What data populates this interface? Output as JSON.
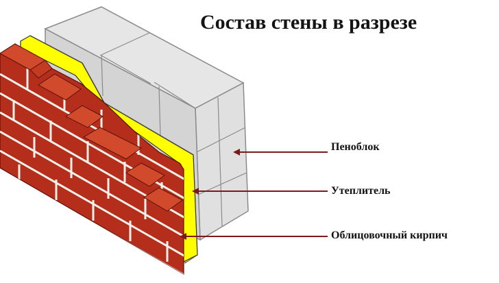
{
  "title": "Состав стены в разрезе",
  "layers": [
    {
      "label": "Пеноблок"
    },
    {
      "label": "Утеплитель"
    },
    {
      "label": "Облицовочный кирпич"
    }
  ],
  "colors": {
    "block_light": "#e9e9e9",
    "block_mid": "#d0d0d0",
    "block_dark": "#bcbcbc",
    "block_edge": "#8a8a8a",
    "insulation": "#ffff00",
    "insulation_shade": "#e8d800",
    "brick": "#b52e1c",
    "brick_top": "#d24a2c",
    "brick_dark": "#7e1c10",
    "mortar": "#f2f0ea",
    "arrow": "#7a1a1a"
  }
}
